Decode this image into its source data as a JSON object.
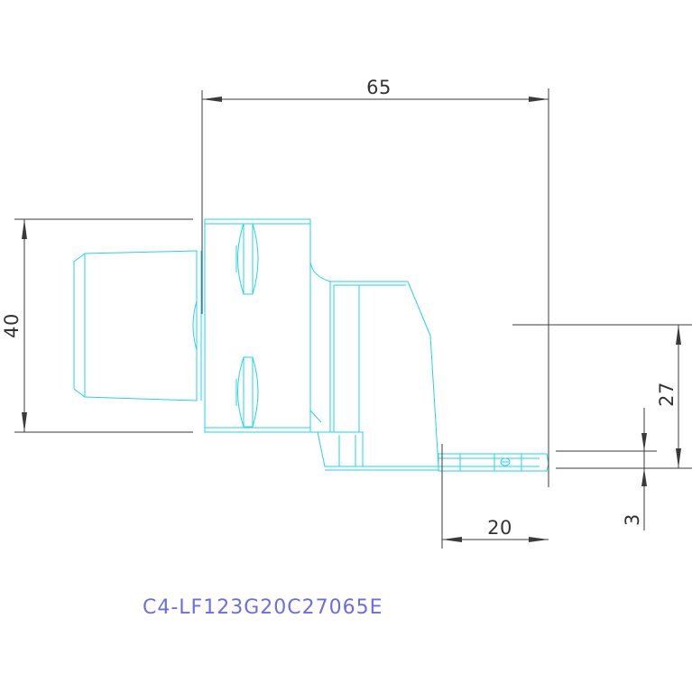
{
  "drawing": {
    "colors": {
      "outline": "#22d4e6",
      "dimension": "#3a3a3a",
      "part_number": "#6b6ee0",
      "background": "#ffffff"
    },
    "dimensions": {
      "overall_length": "65",
      "height": "40",
      "center_height": "27",
      "head_length": "20",
      "offset": "3"
    },
    "part_number": "C4-LF123G20C27065E"
  }
}
